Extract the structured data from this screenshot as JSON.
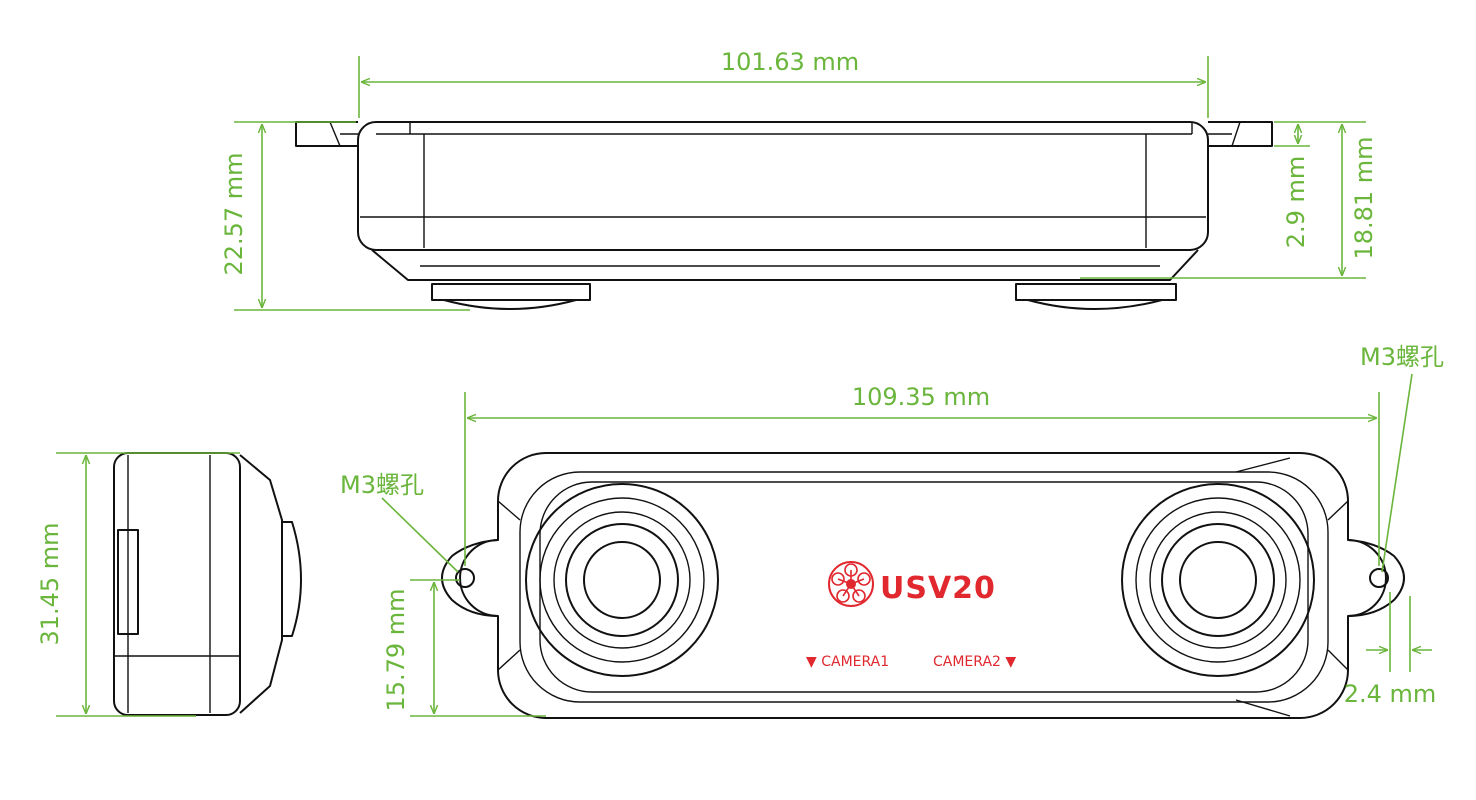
{
  "dimensions": {
    "top_width": "101.63 mm",
    "top_height": "22.57 mm",
    "flange_thickness": "2.9 mm",
    "body_height": "18.81 mm",
    "front_width": "109.35 mm",
    "side_height": "31.45 mm",
    "hole_height": "15.79 mm",
    "hole_offset": "2.4 mm"
  },
  "callouts": {
    "left_hole": "M3螺孔",
    "right_hole": "M3螺孔"
  },
  "product": {
    "logo_name": "USV20",
    "camera_left": "▼ CAMERA1",
    "camera_right": "CAMERA2 ▼"
  },
  "colors": {
    "dimension": "#6ab53b",
    "outline": "#111111",
    "brand": "#e0282e"
  }
}
